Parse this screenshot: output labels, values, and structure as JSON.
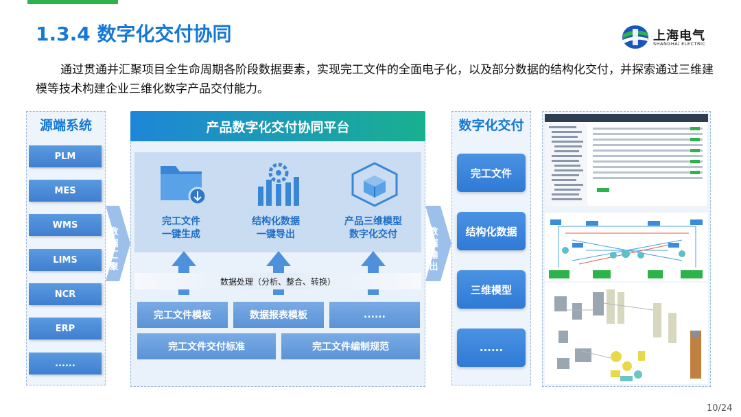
{
  "slide": {
    "title": "1.3.4 数字化交付协同",
    "intro": "通过贯通并汇聚项目全生命周期各阶段数据要素，实现完工文件的全面电子化，以及部分数据的结构化交付，并探索通过三维建模等技术构建企业三维化数字产品交付能力。",
    "page": "10/24"
  },
  "logo": {
    "cn": "上海电气",
    "en": "SHANGHAI ELECTRIC"
  },
  "source": {
    "title": "源端系统",
    "items": [
      "PLM",
      "MES",
      "WMS",
      "LIMS",
      "NCR",
      "ERP",
      "......"
    ],
    "arrow_label": "数据汇聚"
  },
  "platform": {
    "title": "产品数字化交付协同平台",
    "features": [
      {
        "line1": "完工文件",
        "line2": "一键生成",
        "icon": "folder-download-icon"
      },
      {
        "line1": "结构化数据",
        "line2": "一键导出",
        "icon": "bar-chart-gear-icon"
      },
      {
        "line1": "产品三维模型",
        "line2": "数字化交付",
        "icon": "3d-cube-icon"
      }
    ],
    "processing": "数据处理（分析、整合、转换）",
    "templates_row1": [
      "完工文件模板",
      "数据报表模板",
      "......"
    ],
    "templates_row2": [
      "完工文件交付标准",
      "完工文件编制规范"
    ]
  },
  "output": {
    "title": "数字化交付",
    "items": [
      "完工文件",
      "结构化数据",
      "三维模型",
      "......"
    ],
    "arrow_label": "数据输出"
  },
  "colors": {
    "accent_blue": "#1478d4",
    "brand_green": "#2db34a"
  }
}
